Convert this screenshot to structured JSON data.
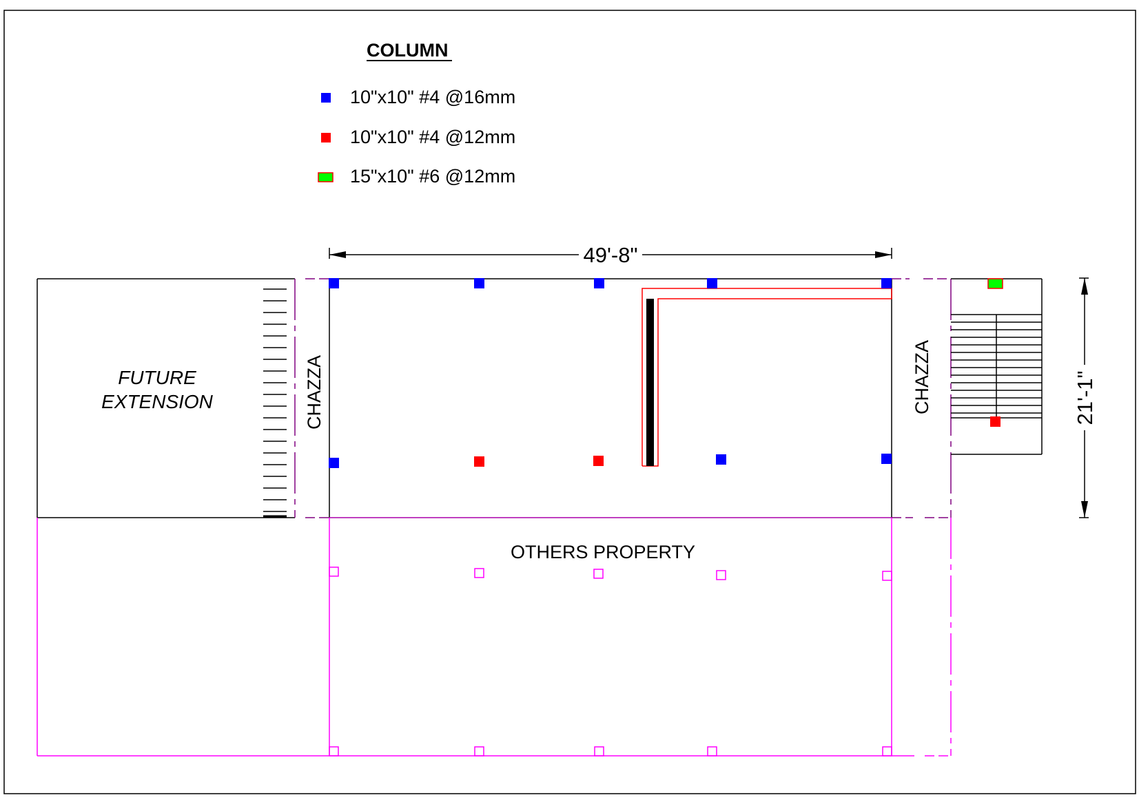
{
  "legend": {
    "title": "COLUMN",
    "items": [
      {
        "label": "10\"x10\" #4 @16mm",
        "color": "#0000FF",
        "outline": "#0000FF"
      },
      {
        "label": "10\"x10\" #4 @12mm",
        "color": "#FF0000",
        "outline": "#FF0000"
      },
      {
        "label": "15\"x10\" #6 @12mm",
        "color": "#00FF00",
        "outline": "#FF0000"
      }
    ]
  },
  "dimensions": {
    "width": "49'-8\"",
    "depth": "21'-1\""
  },
  "labels": {
    "future_extension_line1": "FUTURE",
    "future_extension_line2": "EXTENSION",
    "chazza_left": "CHAZZA",
    "chazza_right": "CHAZZA",
    "others_property": "OTHERS PROPERTY"
  },
  "colors": {
    "outline": "#000000",
    "others_property": "#FF00FF",
    "column_16mm": "#0000FF",
    "column_12mm": "#FF0000",
    "column_large": "#00FF00",
    "wall_outline": "#FF0000"
  }
}
